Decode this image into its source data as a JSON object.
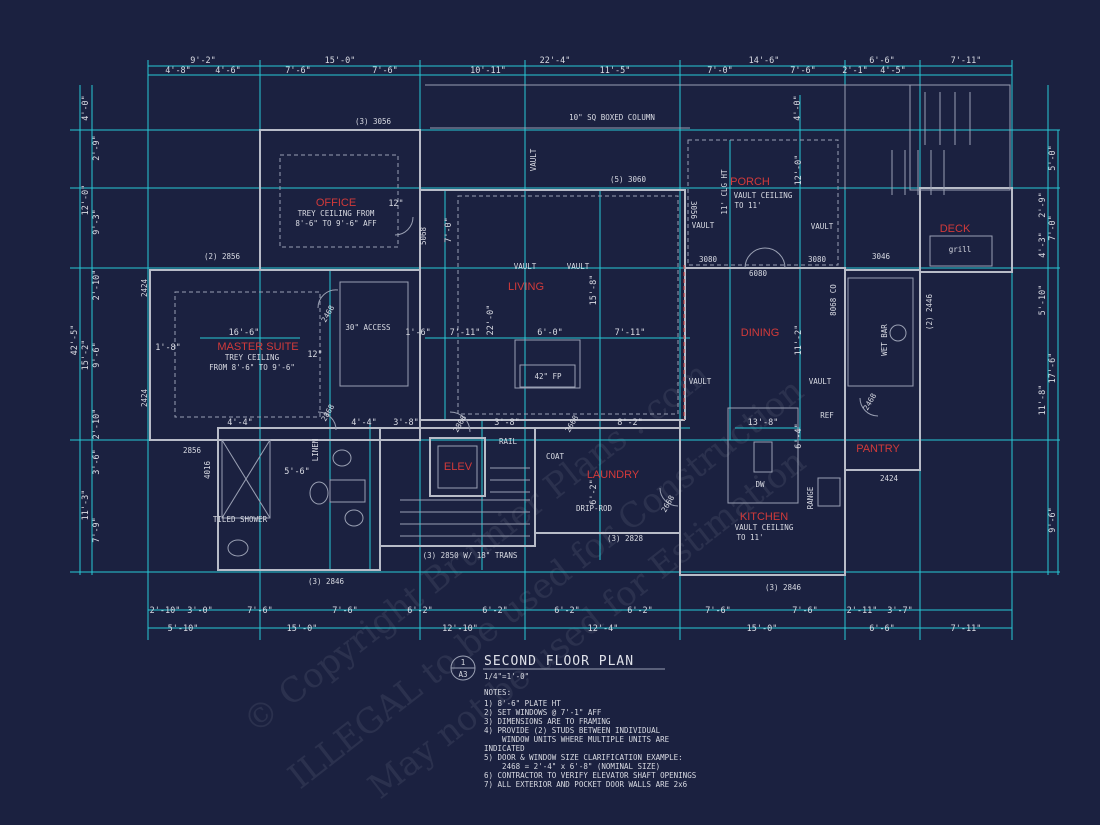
{
  "title": {
    "sheet_number": "1",
    "sheet_page": "A3",
    "name": "SECOND FLOOR PLAN",
    "scale": "1/4\"=1'-0\""
  },
  "rooms": {
    "office": "OFFICE",
    "master_suite": "MASTER SUITE",
    "living": "LIVING",
    "elev": "ELEV",
    "laundry": "LAUNDRY",
    "porch": "PORCH",
    "dining": "DINING",
    "kitchen": "KITCHEN",
    "pantry": "PANTRY",
    "deck": "DECK"
  },
  "room_notes": {
    "office_1": "TREY CEILING FROM",
    "office_2": "8'-6\" TO 9'-6\" AFF",
    "master_1": "TREY CEILING",
    "master_2": "FROM 8'-6\" TO 9'-6\"",
    "porch_1": "VAULT CEILING",
    "porch_2": "TO 11'",
    "kitchen_1": "VAULT CEILING",
    "kitchen_2": "TO 11'",
    "boxed_column": "10\" SQ BOXED COLUMN",
    "access": "30\" ACCESS",
    "fp": "42\" FP",
    "grill": "grill",
    "wet_bar": "WET BAR",
    "tiled_shower": "TILED SHOWER",
    "linen": "LINEN",
    "coat": "COAT",
    "rail": "RAIL",
    "drip_rod": "DRIP-ROD",
    "ref": "REF",
    "dw": "DW",
    "range": "RANGE",
    "clg_ht": "11' CLG HT",
    "co": "8068 CO",
    "vault": "VAULT",
    "window_2850": "(3) 2850 W/ 18\" TRANS"
  },
  "window_tags": [
    "(3) 3056",
    "(5) 3060",
    "(2) 2856",
    "2424",
    "2424",
    "2856",
    "4016",
    "(3) 2846",
    "(3) 2846",
    "(2) 2446",
    "3046",
    "3080",
    "3080",
    "6080",
    "3056",
    "5068",
    "2424",
    "(3) 2828",
    "2668",
    "2668",
    "2468",
    "2468",
    "2868",
    "2868"
  ],
  "dims_top_1": [
    "9'-2\"",
    "15'-0\"",
    "22'-4\"",
    "14'-6\"",
    "6'-6\"",
    "7'-11\""
  ],
  "dims_top_2": [
    "4'-8\"",
    "4'-6\"",
    "7'-6\"",
    "7'-6\"",
    "10'-11\"",
    "11'-5\"",
    "7'-0\"",
    "7'-6\"",
    "2'-1\"",
    "4'-5\""
  ],
  "dims_bottom_1": [
    "2'-10\"",
    "3'-0\"",
    "7'-6\"",
    "7'-6\"",
    "6'-2\"",
    "6'-2\"",
    "6'-2\"",
    "6'-2\"",
    "7'-6\"",
    "7'-6\"",
    "2'-11\"",
    "3'-7\""
  ],
  "dims_bottom_2": [
    "5'-10\"",
    "15'-0\"",
    "12'-10\"",
    "12'-4\"",
    "15'-0\"",
    "6'-6\"",
    "7'-11\""
  ],
  "dims_left": [
    "4'-0\"",
    "2'-9\"",
    "12'-0\"",
    "9'-3\"",
    "2'-10\"",
    "15'-2\"",
    "9'-6\"",
    "2'-10\"",
    "3'-6\"",
    "11'-3\"",
    "7'-9\"",
    "42'-5\""
  ],
  "dims_right": [
    "4'-0\"",
    "5'-0\"",
    "2'-9\"",
    "7'-0\"",
    "4'-3\"",
    "5'-10\"",
    "17'-6\"",
    "11'-8\"",
    "9'-6\""
  ],
  "dims_interior": [
    "16'-6\"",
    "1'-8\"",
    "1'-6\"",
    "7'-11\"",
    "6'-0\"",
    "7'-11\"",
    "22'-0\"",
    "15'-8\"",
    "4'-4\"",
    "4'-4\"",
    "3'-8\"",
    "3'-8\"",
    "8'-2\"",
    "13'-8\"",
    "5'-6\"",
    "6'-2\"",
    "11'-2\"",
    "6'-4\"",
    "12'-0\"",
    "7'-0\"",
    "12\"",
    "12\""
  ],
  "notes_header": "NOTES:",
  "notes": [
    "1) 8'-6\" PLATE HT",
    "2) SET WINDOWS @ 7'-1\" AFF",
    "3) DIMENSIONS ARE TO FRAMING",
    "4) PROVIDE (2) STUDS BETWEEN INDIVIDUAL",
    "    WINDOW UNITS WHERE MULTIPLE UNITS ARE",
    "INDICATED",
    "5) DOOR & WINDOW SIZE CLARIFICATION EXAMPLE:",
    "    2468 = 2'-4\" x 6'-8\" (NOMINAL SIZE)",
    "6) CONTRACTOR TO VERIFY ELEVATOR SHAFT OPENINGS",
    "7) ALL EXTERIOR AND POCKET DOOR WALLS ARE 2x6"
  ],
  "watermark": [
    "© Copyright Bruinier Plans . com",
    "ILLEGAL to be used for Construction",
    "May not be used for Estimation"
  ],
  "colors": {
    "background": "#1b2140",
    "wall": "#b8bcc8",
    "dimension": "#27c9d6",
    "room_label": "#d23a3a"
  }
}
